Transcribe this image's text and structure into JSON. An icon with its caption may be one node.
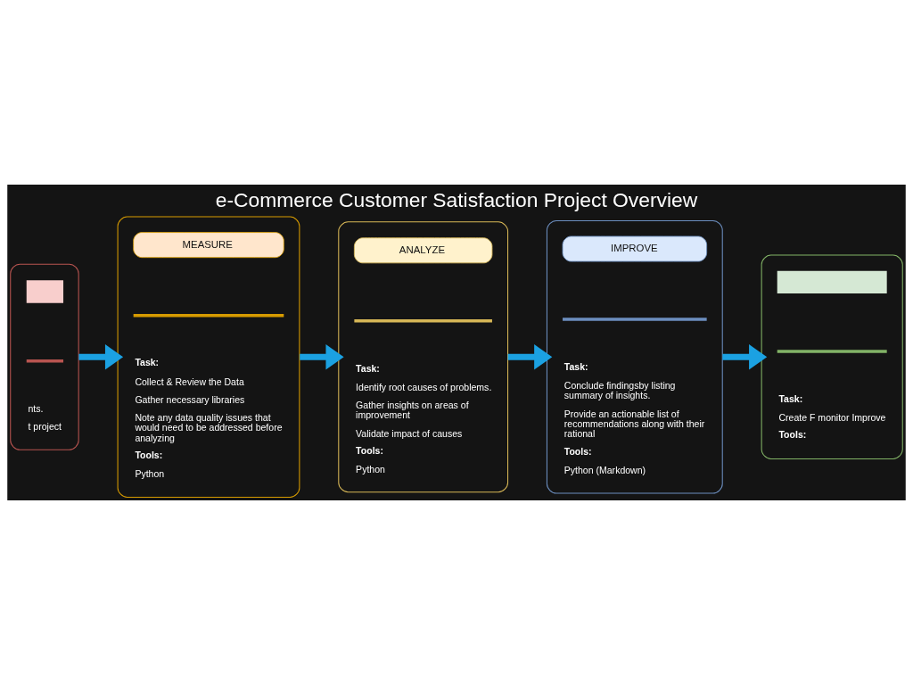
{
  "diagram": {
    "title": "e-Commerce Customer Satisfaction Project Overview",
    "nodes": [
      {
        "text": [
          "nts.",
          "t project"
        ]
      },
      {
        "text": [
          "MEASURE",
          "Task:",
          "Collect & Review the Data",
          "Gather necessary libraries",
          "Note any data quality issues that would need to be addressed before analyzing",
          "Tools:",
          "Python"
        ]
      },
      {
        "text": [
          "ANALYZE",
          "Task:",
          "Identify root causes of problems.",
          "Gather insights on areas of improvement",
          "Validate impact of causes",
          "Tools:",
          "Python"
        ]
      },
      {
        "text": [
          "IMPROVE",
          "Task:",
          "Conclude findingsby listing summary of insights.",
          "Provide an actionable list of recommendations along with their rational",
          "Tools:",
          "Python (Markdown)"
        ]
      },
      {
        "text": [
          "Task:",
          "Create F monitor Improve",
          "Tools:"
        ]
      }
    ],
    "edges": [
      {
        "from": 0,
        "to": 1,
        "arrow": "to"
      },
      {
        "from": 1,
        "to": 2,
        "arrow": "to"
      },
      {
        "from": 2,
        "to": 3,
        "arrow": "to"
      },
      {
        "from": 3,
        "to": 4,
        "arrow": "to"
      }
    ]
  }
}
